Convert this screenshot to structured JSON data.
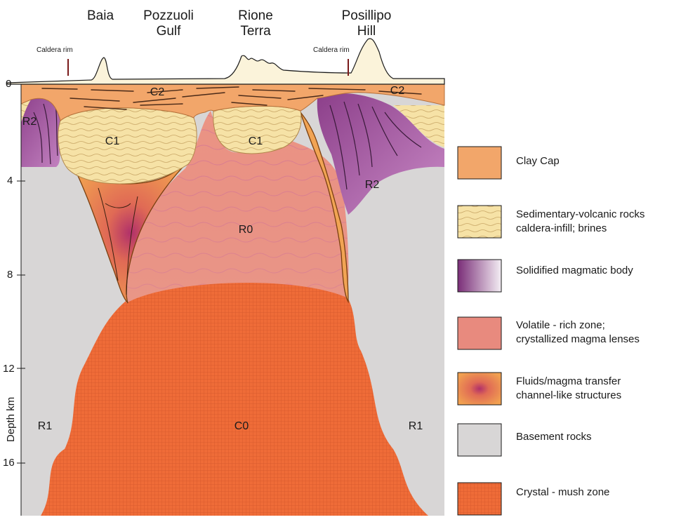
{
  "places": {
    "baia": "Baia",
    "pozzuoli_1": "Pozzuoli",
    "pozzuoli_2": "Gulf",
    "rione_1": "Rione",
    "rione_2": "Terra",
    "posillipo_1": "Posillipo",
    "posillipo_2": "Hill",
    "caldera_rim_left": "Caldera rim",
    "caldera_rim_right": "Caldera rim"
  },
  "zones": {
    "c2_left": "C2",
    "c2_right": "C2",
    "r2_left": "R2",
    "r2_right": "R2",
    "c1_left": "C1",
    "c1_right": "C1",
    "r0": "R0",
    "r1_left": "R1",
    "r1_right": "R1",
    "c0": "C0"
  },
  "depth_axis": {
    "title": "Depth km",
    "ticks": [
      "0",
      "4",
      "8",
      "12",
      "16"
    ]
  },
  "legend": [
    {
      "swatch": "clay-cap",
      "line1": "Clay Cap",
      "line2": "",
      "color": "#f0a060"
    },
    {
      "swatch": "sedimentary",
      "line1": "Sedimentary-volcanic rocks",
      "line2": "caldera-infill; brines",
      "color": "#f5dfa0"
    },
    {
      "swatch": "solidified",
      "line1": "Solidified magmatic body",
      "line2": "",
      "color": "#8a3c88"
    },
    {
      "swatch": "volatile",
      "line1": "Volatile - rich zone;",
      "line2": "crystallized magma lenses",
      "color": "#e8857a"
    },
    {
      "swatch": "fluids",
      "line1": "Fluids/magma transfer",
      "line2": "channel-like structures",
      "color": "#f0a050"
    },
    {
      "swatch": "basement",
      "line1": "Basement rocks",
      "line2": "",
      "color": "#d8d6d6"
    },
    {
      "swatch": "crystal-mush",
      "line1": "Crystal - mush zone",
      "line2": "",
      "color": "#ec6a36"
    }
  ]
}
